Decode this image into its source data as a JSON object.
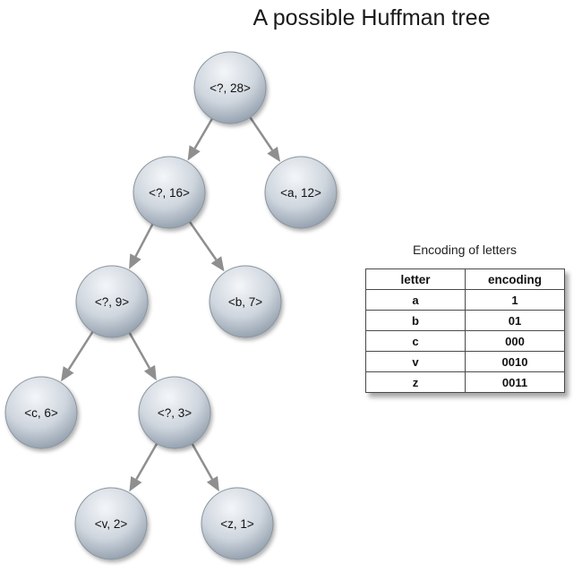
{
  "title": "A possible Huffman tree",
  "tree": {
    "nodes": [
      {
        "id": "root",
        "label": "<?, 28>"
      },
      {
        "id": "n16",
        "label": "<?, 16>"
      },
      {
        "id": "a",
        "label": "<a, 12>"
      },
      {
        "id": "n9",
        "label": "<?, 9>"
      },
      {
        "id": "b",
        "label": "<b, 7>"
      },
      {
        "id": "c",
        "label": "<c, 6>"
      },
      {
        "id": "n3",
        "label": "<?, 3>"
      },
      {
        "id": "v",
        "label": "<v, 2>"
      },
      {
        "id": "z",
        "label": "<z, 1>"
      }
    ],
    "edges": [
      {
        "from": "root",
        "to": "n16"
      },
      {
        "from": "root",
        "to": "a"
      },
      {
        "from": "n16",
        "to": "n9"
      },
      {
        "from": "n16",
        "to": "b"
      },
      {
        "from": "n9",
        "to": "c"
      },
      {
        "from": "n9",
        "to": "n3"
      },
      {
        "from": "n3",
        "to": "v"
      },
      {
        "from": "n3",
        "to": "z"
      }
    ]
  },
  "encoding_table": {
    "caption": "Encoding of letters",
    "headers": [
      "letter",
      "encoding"
    ],
    "rows": [
      [
        "a",
        "1"
      ],
      [
        "b",
        "01"
      ],
      [
        "c",
        "000"
      ],
      [
        "v",
        "0010"
      ],
      [
        "z",
        "0011"
      ]
    ]
  },
  "colors": {
    "node_light": "#f4f6f9",
    "node_dark": "#8c99a8",
    "node_stroke": "#8a949e",
    "edge": "#8f8f8f"
  }
}
